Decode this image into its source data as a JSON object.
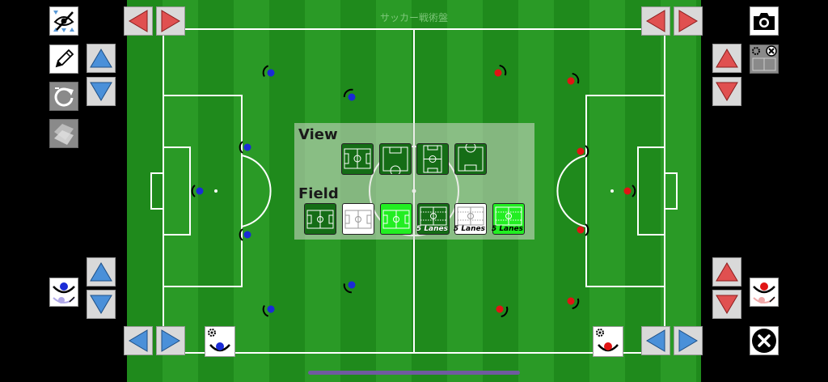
{
  "app": {
    "title": "サッカー戦術盤"
  },
  "view_panel": {
    "view_label": "View",
    "field_label": "Field",
    "view_options": [
      {
        "name": "full"
      },
      {
        "name": "half-bottom"
      },
      {
        "name": "full-vertical"
      },
      {
        "name": "half-top"
      }
    ],
    "field_options": [
      {
        "style": "dark",
        "label": ""
      },
      {
        "style": "white",
        "label": ""
      },
      {
        "style": "bright",
        "label": ""
      },
      {
        "style": "dark",
        "label": "5 Lanes"
      },
      {
        "style": "white",
        "label": "5 Lanes"
      },
      {
        "style": "bright",
        "label": "5 Lanes"
      }
    ]
  },
  "colors": {
    "blue_team": "#1a2bd6",
    "red_team": "#e01414",
    "field_green": "#1f8a1c",
    "line": "#ffffff",
    "arrow_blue": "#4a90d9",
    "arrow_red": "#e05050"
  },
  "icons": [
    "visibility-toggle-icon",
    "pencil-icon",
    "rotate-icon",
    "eraser-icon",
    "camera-icon",
    "settings-close-icon",
    "formation-blue-icon",
    "formation-red-icon",
    "close-icon"
  ]
}
